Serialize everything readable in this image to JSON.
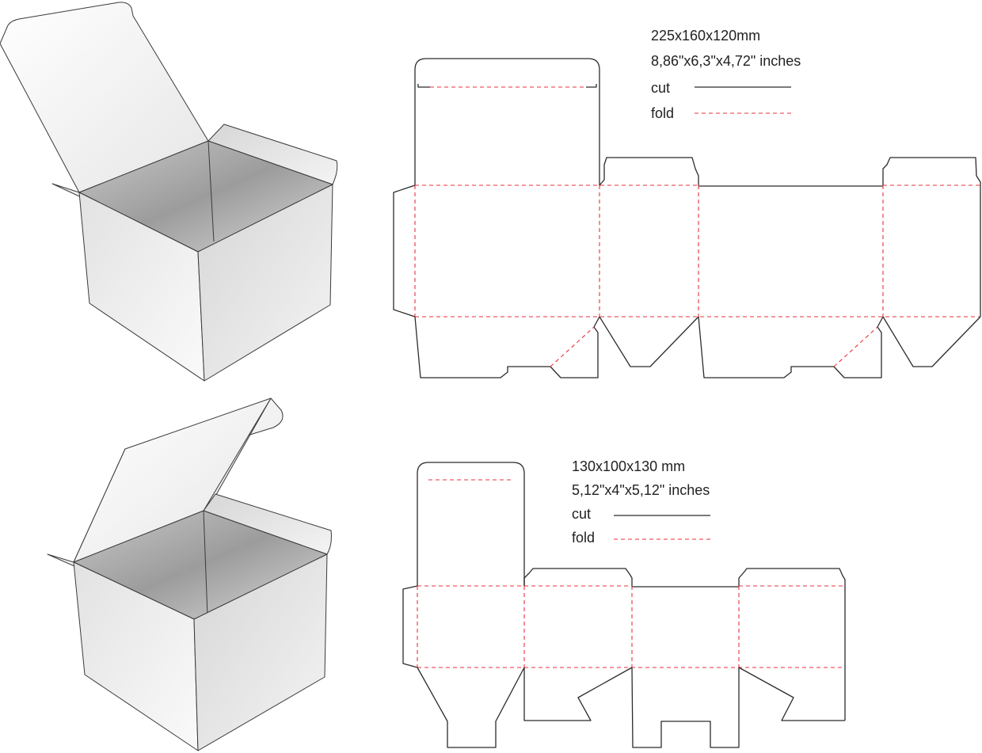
{
  "colors": {
    "cut": "#2b2b2b",
    "fold": "#e8323c"
  },
  "box_large": {
    "dimensions_mm": "225x160x120mm",
    "dimensions_in": "8,86\"x6,3\"x4,72\" inches",
    "legend_cut": "cut",
    "legend_fold": "fold"
  },
  "box_small": {
    "dimensions_mm": "130x100x130 mm",
    "dimensions_in": "5,12\"x4\"x5,12\" inches",
    "legend_cut": "cut",
    "legend_fold": "fold"
  }
}
